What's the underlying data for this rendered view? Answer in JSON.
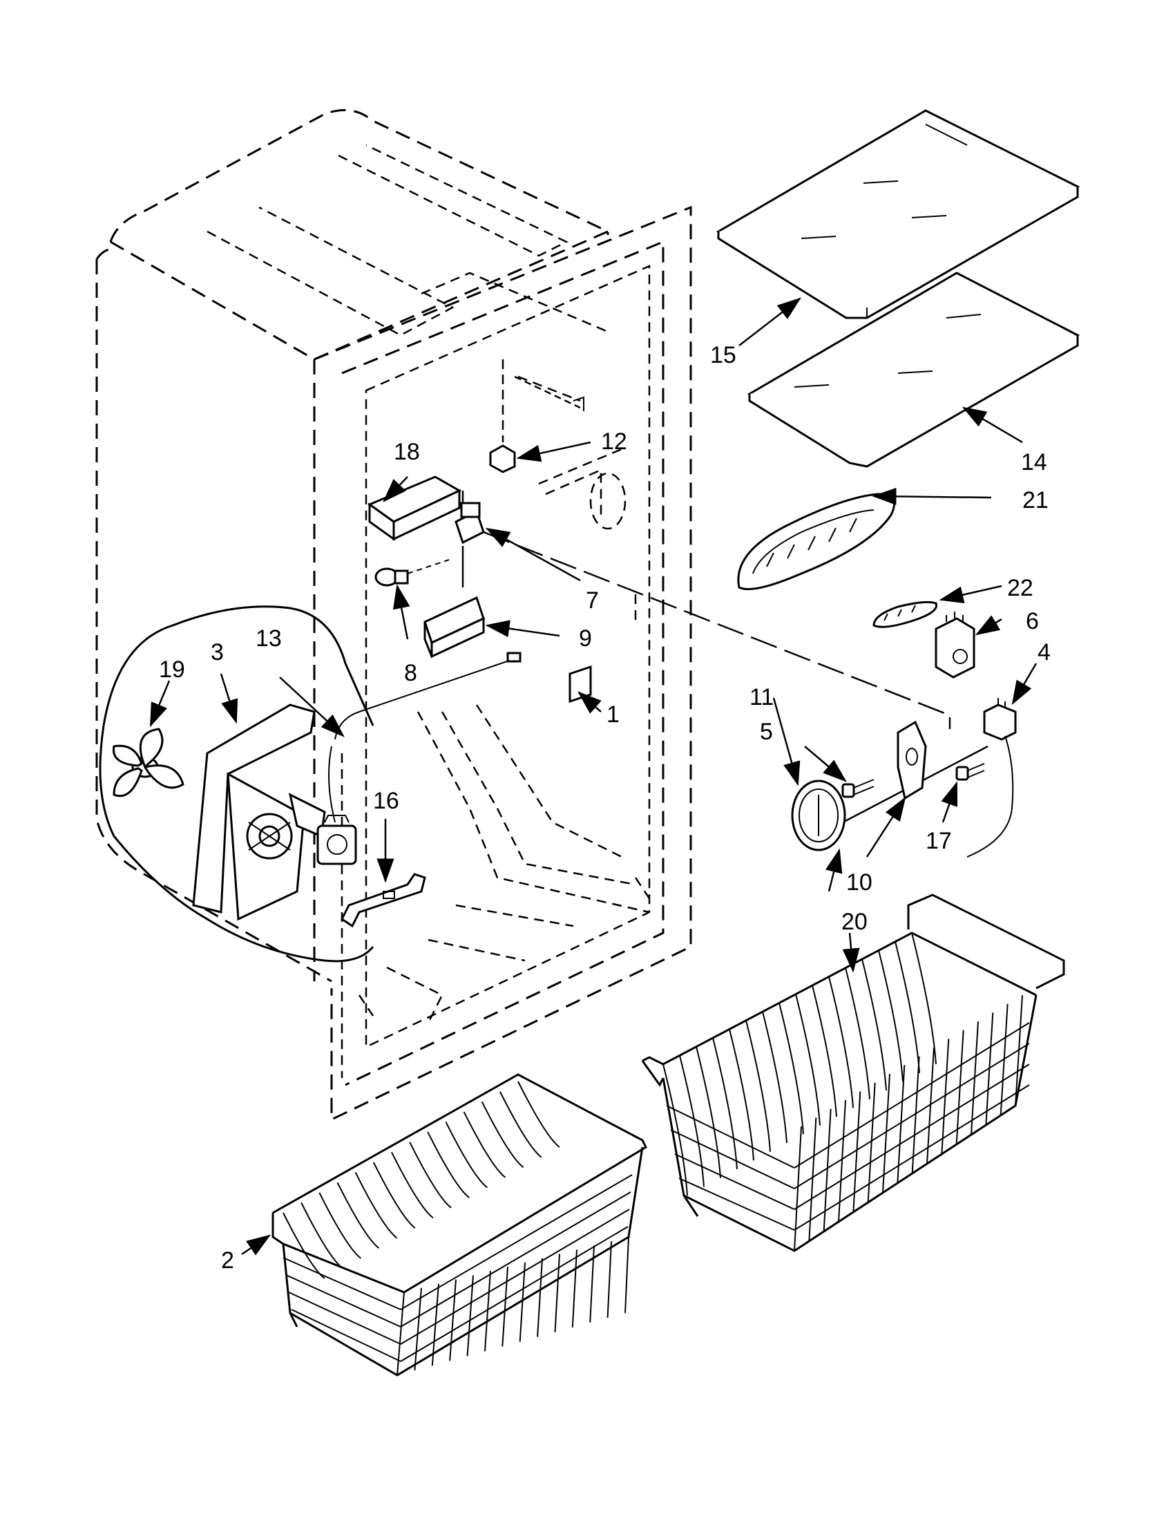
{
  "callouts": [
    {
      "id": "c1",
      "text": "1"
    },
    {
      "id": "c2",
      "text": "2"
    },
    {
      "id": "c3",
      "text": "3"
    },
    {
      "id": "c4",
      "text": "4"
    },
    {
      "id": "c5",
      "text": "5"
    },
    {
      "id": "c6",
      "text": "6"
    },
    {
      "id": "c7",
      "text": "7"
    },
    {
      "id": "c8",
      "text": "8"
    },
    {
      "id": "c9",
      "text": "9"
    },
    {
      "id": "c10",
      "text": "10"
    },
    {
      "id": "c11",
      "text": "11"
    },
    {
      "id": "c12",
      "text": "12"
    },
    {
      "id": "c13",
      "text": "13"
    },
    {
      "id": "c14",
      "text": "14"
    },
    {
      "id": "c15",
      "text": "15"
    },
    {
      "id": "c16",
      "text": "16"
    },
    {
      "id": "c17",
      "text": "17"
    },
    {
      "id": "c18",
      "text": "18"
    },
    {
      "id": "c19",
      "text": "19"
    },
    {
      "id": "c20",
      "text": "20"
    },
    {
      "id": "c21",
      "text": "21"
    },
    {
      "id": "c22",
      "text": "22"
    }
  ]
}
